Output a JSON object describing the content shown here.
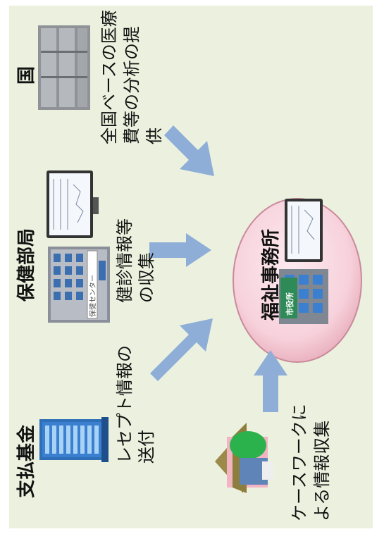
{
  "nodes": {
    "shiharai": {
      "heading": "支払基金"
    },
    "hoken": {
      "heading": "保健部局",
      "building_sign": "保健センター"
    },
    "kuni": {
      "heading": "国"
    },
    "center": {
      "heading": "福祉事務所",
      "building_sign": "市役所"
    }
  },
  "edges": {
    "receipt": {
      "lines": [
        "レセプト情報の",
        "送付"
      ]
    },
    "kenshin": {
      "lines": [
        "健診情報等",
        "の収集"
      ]
    },
    "kuni_data": {
      "lines": [
        "全国ベースの医療",
        "費等の分析の提",
        "供"
      ]
    },
    "casework": {
      "lines": [
        "ケースワークに",
        "よる情報収集"
      ]
    }
  },
  "colors": {
    "background": "#ebf1de",
    "arrow": "#8eaed8",
    "center_fill": "#f7d2dc",
    "building_blue": "#3b7fd0",
    "building_gray": "#8a8f99"
  },
  "icons": {
    "shiharai": "office-building-icon",
    "hoken": "health-center-icon",
    "monitor": "medical-monitor-icon",
    "kuni": "server-rack-icon",
    "house": "house-icon",
    "center": "city-hall-icon"
  }
}
